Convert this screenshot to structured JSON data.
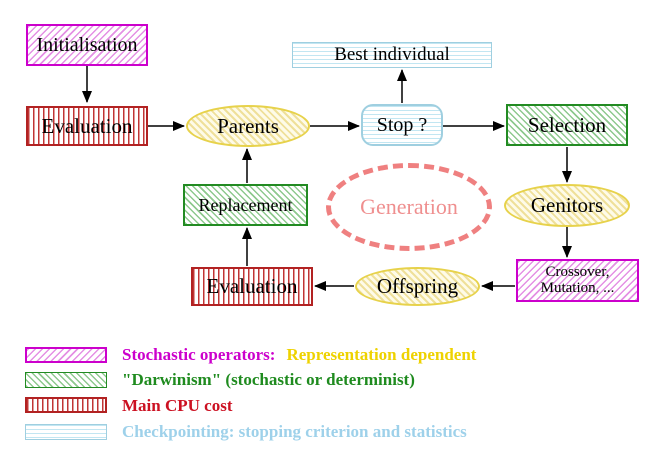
{
  "nodes": {
    "initialisation": "Initialisation",
    "evaluation_top": "Evaluation",
    "parents": "Parents",
    "best_individual": "Best individual",
    "stop": "Stop ?",
    "selection": "Selection",
    "replacement": "Replacement",
    "generation": "Generation",
    "genitors": "Genitors",
    "crossover_line1": "Crossover,",
    "crossover_line2": "Mutation, ...",
    "evaluation_bottom": "Evaluation",
    "offspring": "Offspring"
  },
  "legend": {
    "stochastic_label": "Stochastic operators:",
    "representation_label": "Representation dependent",
    "darwinism_label": "\"Darwinism\" (stochastic or determinist)",
    "cpu_label": "Main CPU cost",
    "checkpointing_label": "Checkpointing: stopping criterion and statistics"
  },
  "colors": {
    "magenta": "#cc00cc",
    "magenta_hatch": "#e490e4",
    "red_border": "#b22222",
    "red_legend_text": "#cc1122",
    "green": "#228b22",
    "green_hatch": "#8ec98e",
    "yellow_border": "#e7d24b",
    "yellow_legend_text": "#eed200",
    "cyan_border": "#9fcfe0",
    "cyan_legend_text": "#9ed1ea",
    "salmon_dashed": "#ef8080",
    "arrow": "#000000"
  }
}
